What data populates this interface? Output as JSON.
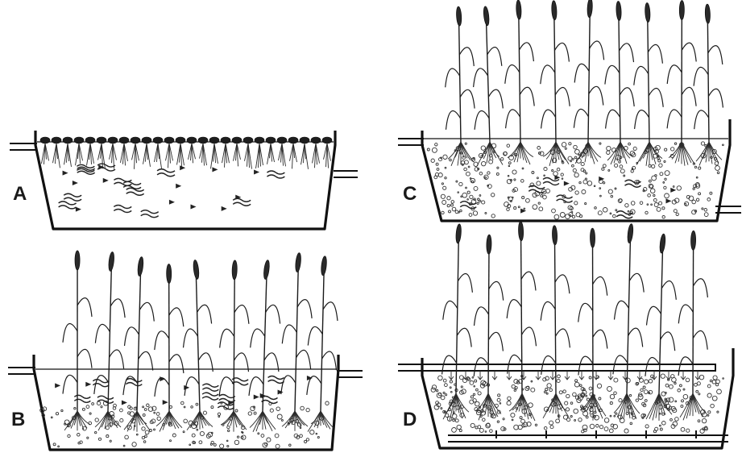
{
  "panels": [
    {
      "id": "A",
      "label": "A"
    },
    {
      "id": "B",
      "label": "B"
    },
    {
      "id": "C",
      "label": "C"
    },
    {
      "id": "D",
      "label": "D"
    }
  ]
}
